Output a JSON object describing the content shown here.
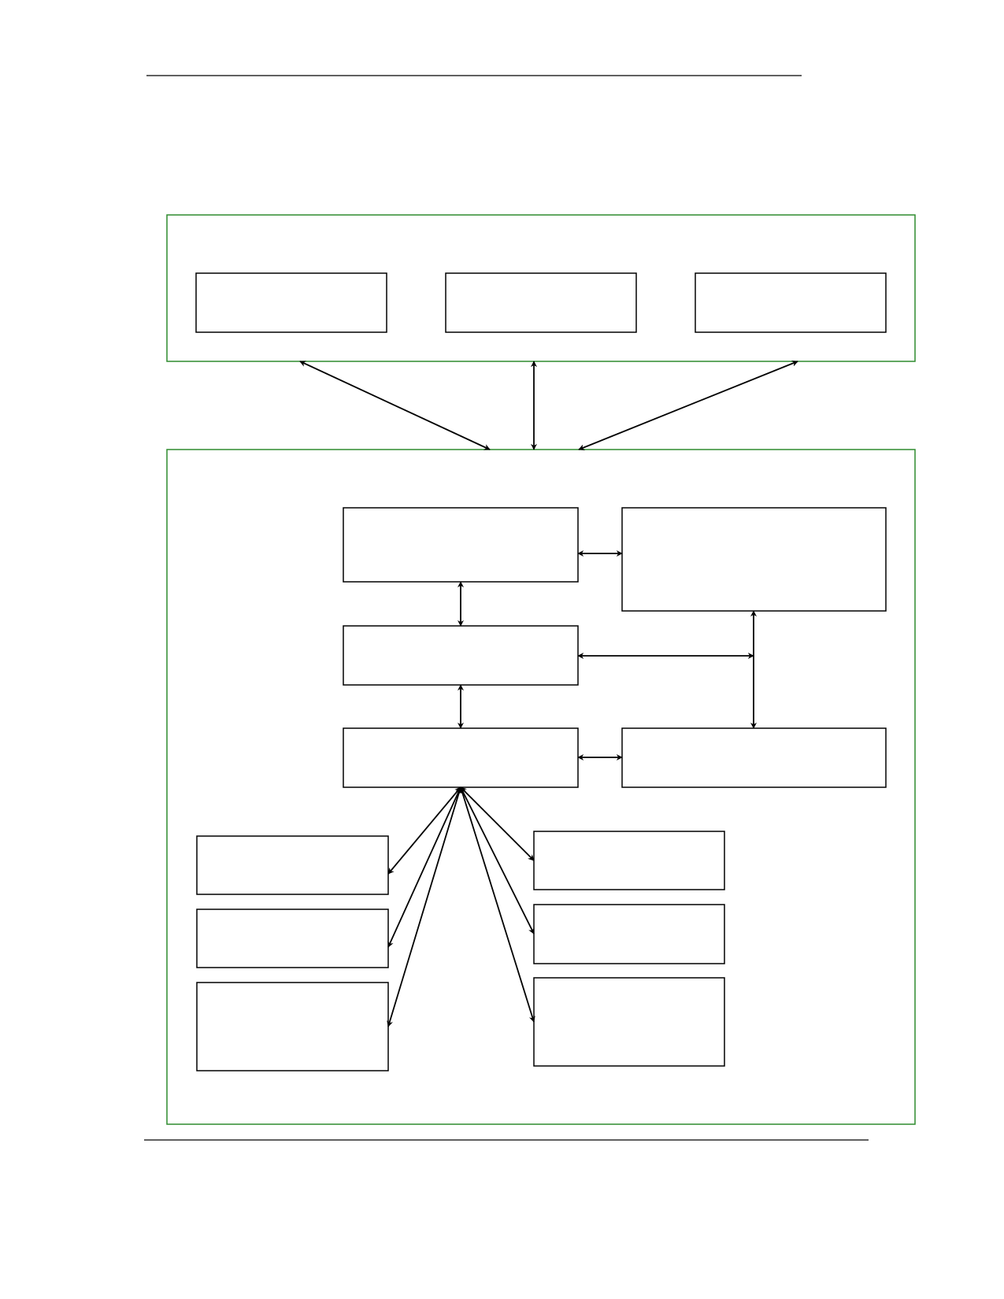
{
  "colors": {
    "group_border": "#2e8b2e",
    "box_border": "#000000",
    "arrow": "#000000",
    "rule": "#000000"
  },
  "diagram": {
    "rules": [
      "header-rule",
      "footer-rule"
    ],
    "groups": [
      {
        "id": "top-group",
        "boxes": [
          "top-box-left",
          "top-box-center",
          "top-box-right"
        ]
      },
      {
        "id": "main-group",
        "boxes": [
          "main-box-upper-left",
          "main-box-upper-right",
          "main-box-middle",
          "main-box-hub",
          "main-box-lower-right",
          "left-box-1",
          "left-box-2",
          "left-box-3",
          "right-box-1",
          "right-box-2",
          "right-box-3"
        ]
      }
    ],
    "connections": [
      {
        "id": "conn-top-left-to-main",
        "from": "top-box-left",
        "to": "main-group",
        "direction": "both"
      },
      {
        "id": "conn-top-center-to-main",
        "from": "top-box-center",
        "to": "main-group",
        "direction": "both"
      },
      {
        "id": "conn-top-right-to-main",
        "from": "top-box-right",
        "to": "main-group",
        "direction": "both"
      },
      {
        "id": "conn-upper-left-to-upper-right",
        "from": "main-box-upper-left",
        "to": "main-box-upper-right",
        "direction": "both"
      },
      {
        "id": "conn-upper-left-to-middle",
        "from": "main-box-upper-left",
        "to": "main-box-middle",
        "direction": "both"
      },
      {
        "id": "conn-middle-to-right-bus",
        "from": "main-box-middle",
        "to": "main-box-upper-right",
        "direction": "both"
      },
      {
        "id": "conn-upper-right-to-lower-right",
        "from": "main-box-upper-right",
        "to": "main-box-lower-right",
        "direction": "both"
      },
      {
        "id": "conn-middle-to-hub",
        "from": "main-box-middle",
        "to": "main-box-hub",
        "direction": "both"
      },
      {
        "id": "conn-hub-to-lower-right",
        "from": "main-box-hub",
        "to": "main-box-lower-right",
        "direction": "both"
      },
      {
        "id": "conn-hub-to-left-1",
        "from": "main-box-hub",
        "to": "left-box-1",
        "direction": "both"
      },
      {
        "id": "conn-hub-to-left-2",
        "from": "main-box-hub",
        "to": "left-box-2",
        "direction": "both"
      },
      {
        "id": "conn-hub-to-left-3",
        "from": "main-box-hub",
        "to": "left-box-3",
        "direction": "both"
      },
      {
        "id": "conn-hub-to-right-1",
        "from": "main-box-hub",
        "to": "right-box-1",
        "direction": "both"
      },
      {
        "id": "conn-hub-to-right-2",
        "from": "main-box-hub",
        "to": "right-box-2",
        "direction": "both"
      },
      {
        "id": "conn-hub-to-right-3",
        "from": "main-box-hub",
        "to": "right-box-3",
        "direction": "both"
      }
    ]
  }
}
